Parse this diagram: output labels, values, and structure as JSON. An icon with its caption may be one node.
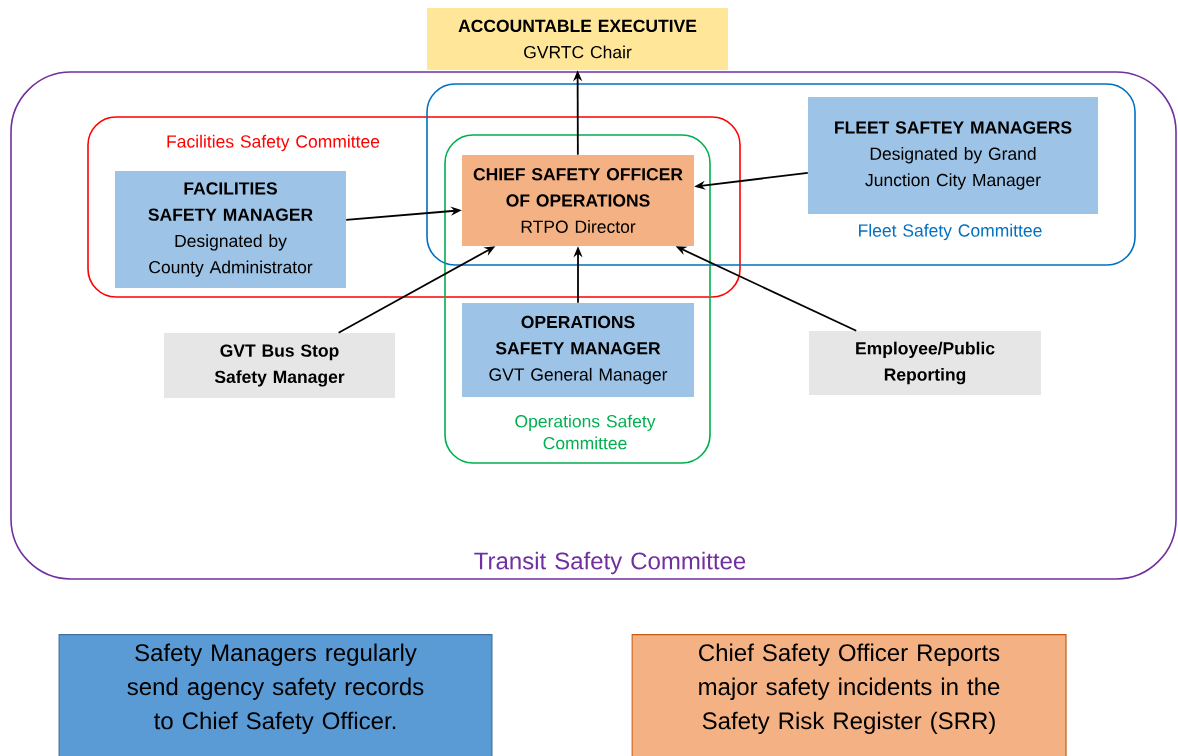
{
  "diagram": {
    "nodes": [
      {
        "text": [
          "ACCOUNTABLE EXECUTIVE",
          "GVRTC Chair"
        ]
      },
      {
        "text": [
          "Transit Safety Committee"
        ]
      },
      {
        "text": [
          "Facilities Safety Committee"
        ],
        "in": 1
      },
      {
        "text": [
          "Fleet Safety Committee"
        ],
        "in": 1
      },
      {
        "text": [
          "Operations Safety Committee"
        ],
        "in": 1
      },
      {
        "text": [
          "CHIEF SAFETY OFFICER OF OPERATIONS",
          "RTPO Director"
        ]
      },
      {
        "text": [
          "FACILITIES SAFETY MANAGER",
          "Designated by County Administrator"
        ],
        "in": 2
      },
      {
        "text": [
          "FLEET SAFTEY MANAGERS",
          "Designated by Grand Junction City Manager"
        ],
        "in": 3
      },
      {
        "text": [
          "OPERATIONS SAFETY MANAGER",
          "GVT General Manager"
        ],
        "in": 4
      },
      {
        "text": [
          "GVT Bus Stop Safety Manager"
        ],
        "in": 1
      },
      {
        "text": [
          "Employee/Public Reporting"
        ],
        "in": 1
      },
      {
        "text": [
          "Safety Managers regularly send agency safety records to Chief Safety Officer."
        ]
      },
      {
        "text": [
          "Chief Safety Officer Reports major safety incidents in the Safety Risk Register (SRR)"
        ]
      }
    ],
    "edges": [
      {
        "from": 5,
        "to": 0,
        "arrow": "to"
      },
      {
        "from": 6,
        "to": 5,
        "arrow": "to"
      },
      {
        "from": 9,
        "to": 5,
        "arrow": "to"
      },
      {
        "from": 7,
        "to": 5,
        "arrow": "to"
      },
      {
        "from": 8,
        "to": 5,
        "arrow": "to"
      },
      {
        "from": 10,
        "to": 5,
        "arrow": "to"
      }
    ]
  }
}
